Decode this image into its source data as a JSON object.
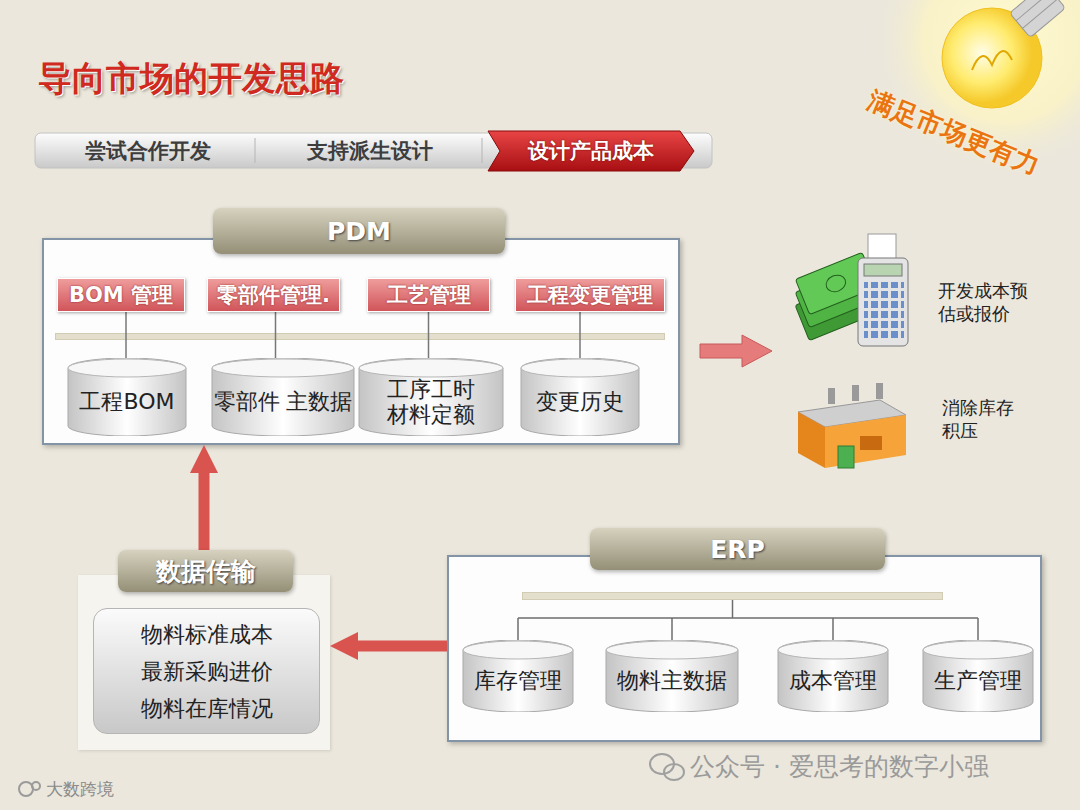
{
  "diagram": {
    "title": "导向市场的开发思路",
    "nodes": [
      {
        "text": [
          "尝试合作开发"
        ]
      },
      {
        "text": [
          "支持派生设计"
        ]
      },
      {
        "text": [
          "设计产品成本"
        ]
      },
      {
        "text": [
          "PDM"
        ]
      },
      {
        "text": [
          "BOM 管理"
        ],
        "in": 3
      },
      {
        "text": [
          "零部件管理."
        ],
        "in": 3
      },
      {
        "text": [
          "工艺管理"
        ],
        "in": 3
      },
      {
        "text": [
          "工程变更管理"
        ],
        "in": 3
      },
      {
        "text": [
          "工程BOM"
        ],
        "in": 3
      },
      {
        "text": [
          "零部件 主数据"
        ],
        "in": 3
      },
      {
        "text": [
          "工序工时 材料定额"
        ],
        "in": 3
      },
      {
        "text": [
          "变更历史"
        ],
        "in": 3
      },
      {
        "text": [
          "数据传输"
        ]
      },
      {
        "text": [
          "物料标准成本",
          "最新采购进价",
          "物料在库情况"
        ],
        "in": 12
      },
      {
        "text": [
          "ERP"
        ]
      },
      {
        "text": [
          "库存管理"
        ],
        "in": 14
      },
      {
        "text": [
          "物料主数据"
        ],
        "in": 14
      },
      {
        "text": [
          "成本管理"
        ],
        "in": 14
      },
      {
        "text": [
          "生产管理"
        ],
        "in": 14
      }
    ],
    "edges": [
      {
        "from": 4,
        "to": 8,
        "arrow": "none"
      },
      {
        "from": 5,
        "to": 9,
        "arrow": "none"
      },
      {
        "from": 6,
        "to": 10,
        "arrow": "none"
      },
      {
        "from": 7,
        "to": 11,
        "arrow": "none"
      },
      {
        "from": 14,
        "to": 12,
        "arrow": "to"
      },
      {
        "from": 12,
        "to": 3,
        "arrow": "to"
      }
    ],
    "labels": [
      "满足市场更有力",
      "开发成本预 估或报价",
      "消除库存 积压",
      "大数跨境",
      "公众号 · 爱思考的数字小强"
    ]
  }
}
